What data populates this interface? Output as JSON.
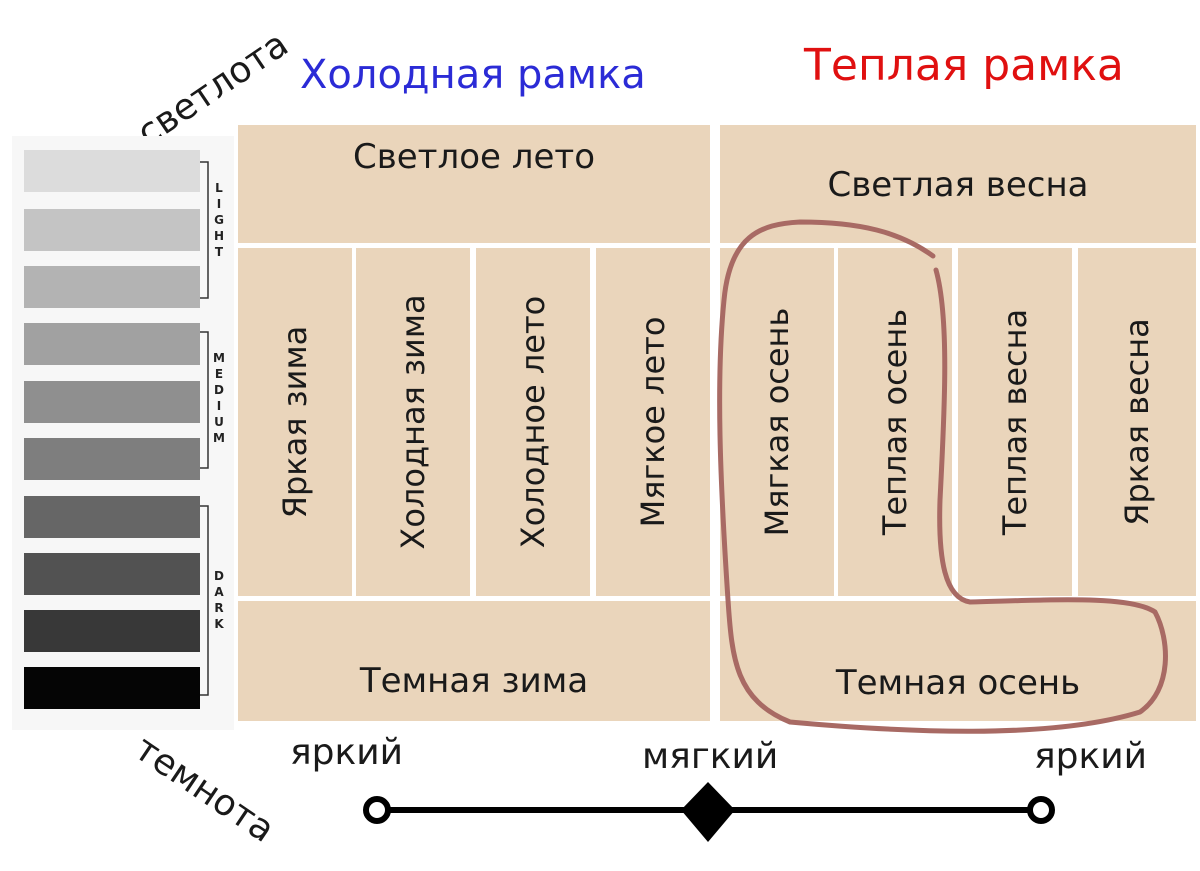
{
  "headings": {
    "cold_frame": "Холодная рамка",
    "warm_frame": "Теплая рамка",
    "cold_color": "#2b2bd6",
    "warm_color": "#e01010"
  },
  "axis_labels": {
    "lightness": "светлота",
    "darkness": "темнота",
    "bright_left": "яркий",
    "soft": "мягкий",
    "bright_right": "яркий"
  },
  "grayscale": {
    "light": "LIGHT",
    "medium": "MEDIUM",
    "dark": "DARK",
    "swatch_colors": [
      "#dcdcdc",
      "#c4c4c4",
      "#b3b3b3",
      "#a1a1a1",
      "#8f8f8f",
      "#7e7e7e",
      "#666666",
      "#525252",
      "#383838",
      "#050505"
    ]
  },
  "cold": {
    "top": "Светлое лето",
    "columns": [
      "Яркая зима",
      "Холодная зима",
      "Холодное лето",
      "Мягкое лето"
    ],
    "bottom": "Темная зима"
  },
  "warm": {
    "top": "Светлая весна",
    "columns": [
      "Мягкая осень",
      "Теплая осень",
      "Теплая весна",
      "Яркая весна"
    ],
    "bottom": "Темная осень"
  },
  "colors": {
    "cell_bg": "#ead5bb",
    "highlight_stroke": "#a86a64"
  }
}
